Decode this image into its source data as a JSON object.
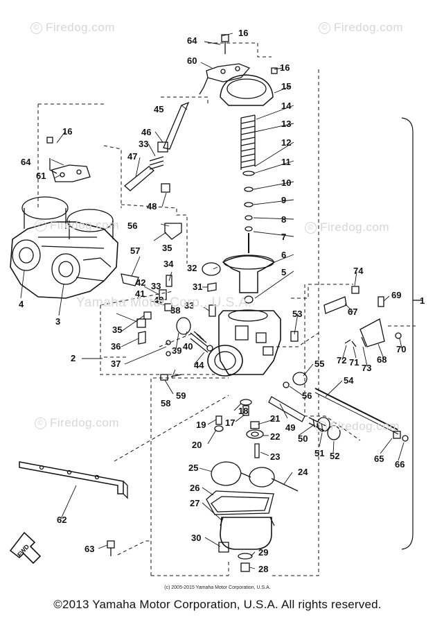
{
  "watermark": "Firedog.com",
  "watermark_center": "Yamaha Motor Corp., U.S.A.",
  "small_copyright": "(c) 2005-2015 Yamaha Motor Corporation, U.S.A.",
  "footer": "©2013 Yamaha Motor Corporation, U.S.A. All rights reserved.",
  "fwd_label": "FWD",
  "callouts": [
    "1",
    "2",
    "3",
    "4",
    "5",
    "6",
    "7",
    "8",
    "9",
    "10",
    "11",
    "12",
    "13",
    "14",
    "15",
    "16",
    "16",
    "16",
    "17",
    "18",
    "19",
    "20",
    "21",
    "22",
    "23",
    "24",
    "25",
    "26",
    "27",
    "28",
    "29",
    "30",
    "31",
    "32",
    "33",
    "33",
    "33",
    "34",
    "35",
    "35",
    "36",
    "37",
    "38",
    "39",
    "40",
    "41",
    "42",
    "43",
    "44",
    "45",
    "46",
    "47",
    "48",
    "49",
    "50",
    "51",
    "52",
    "53",
    "54",
    "55",
    "56",
    "56",
    "57",
    "58",
    "59",
    "60",
    "61",
    "62",
    "63",
    "64",
    "64",
    "65",
    "66",
    "67",
    "68",
    "69",
    "70",
    "71",
    "72",
    "73",
    "74"
  ]
}
